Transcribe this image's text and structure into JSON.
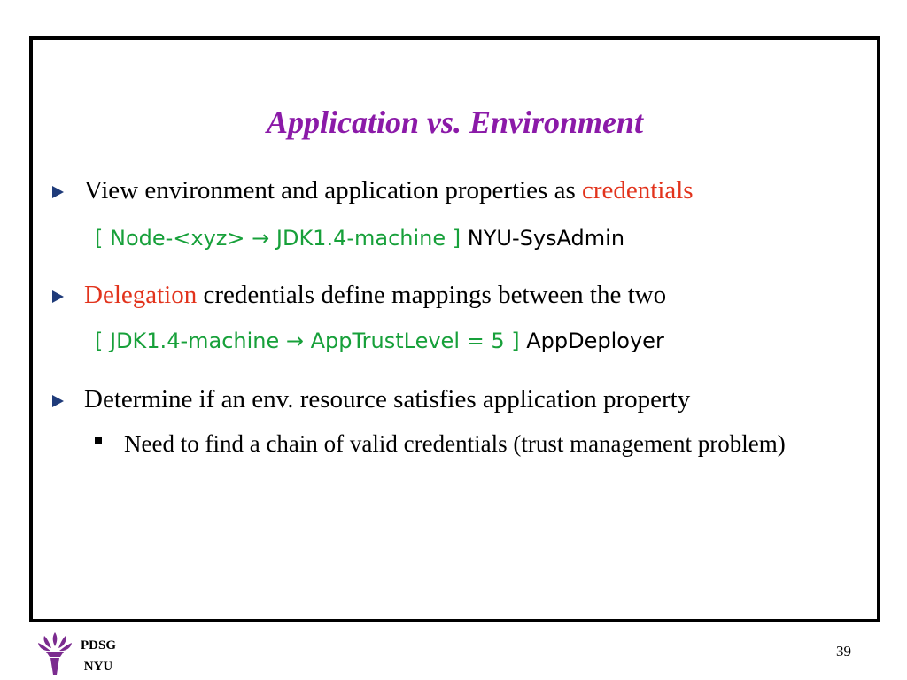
{
  "slide": {
    "title": "Application vs. Environment",
    "bullets": [
      {
        "text_before": "View environment and application properties as ",
        "highlight": "credentials",
        "text_after": ""
      },
      {
        "text_before": "",
        "highlight": "Delegation",
        "text_after": " credentials define mappings between the two"
      },
      {
        "text": "Determine if an env. resource satisfies application property"
      }
    ],
    "credential_lines": [
      {
        "green": "[ Node-<xyz> → JDK1.4-machine ]",
        "black": " NYU-SysAdmin"
      },
      {
        "green": "[ JDK1.4-machine → AppTrustLevel = 5 ]",
        "black": " AppDeployer"
      }
    ],
    "sub_bullet": "Need to find a chain of valid credentials (trust management problem)"
  },
  "footer": {
    "org_line1": "PDSG",
    "org_line2": "NYU",
    "page_number": "39",
    "logo_icon": "nyu-torch-icon"
  },
  "colors": {
    "title": "#8b1aa8",
    "highlight": "#e2331c",
    "code": "#17a03a",
    "bullet": "#1f3b7a",
    "logo": "#7b2b8f"
  }
}
